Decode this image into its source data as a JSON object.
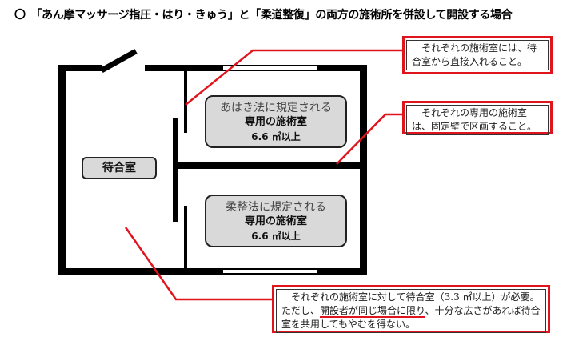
{
  "title": "〇　「あん摩マッサージ指圧・はり・きゅう」と「柔道整復」の両方の施術所を併設して開設する場合",
  "rooms": {
    "waiting": "待合室",
    "upper": {
      "line1": "あはき法に規定される",
      "line2": "専用の施術室",
      "line3": "6.6 ㎡以上"
    },
    "lower": {
      "line1": "柔整法に規定される",
      "line2": "専用の施術室",
      "line3": "6.6 ㎡以上"
    }
  },
  "callouts": {
    "direct_access": "それぞれの施術室には、待合室から直接入れること。",
    "fixed_wall": "それぞれの専用の施術室は、固定壁で区画すること。",
    "shared_waiting": {
      "part1": "それぞれの施術室に対して待合室（3.3 ㎡以上）が必要。ただし、",
      "underlined": "開設者が同じ場合に限り",
      "part2": "、十分な広さがあれば待合室を共用してもやむを得ない。"
    }
  },
  "colors": {
    "accent": "#e0141c",
    "room_fill": "#d9d9d9"
  }
}
